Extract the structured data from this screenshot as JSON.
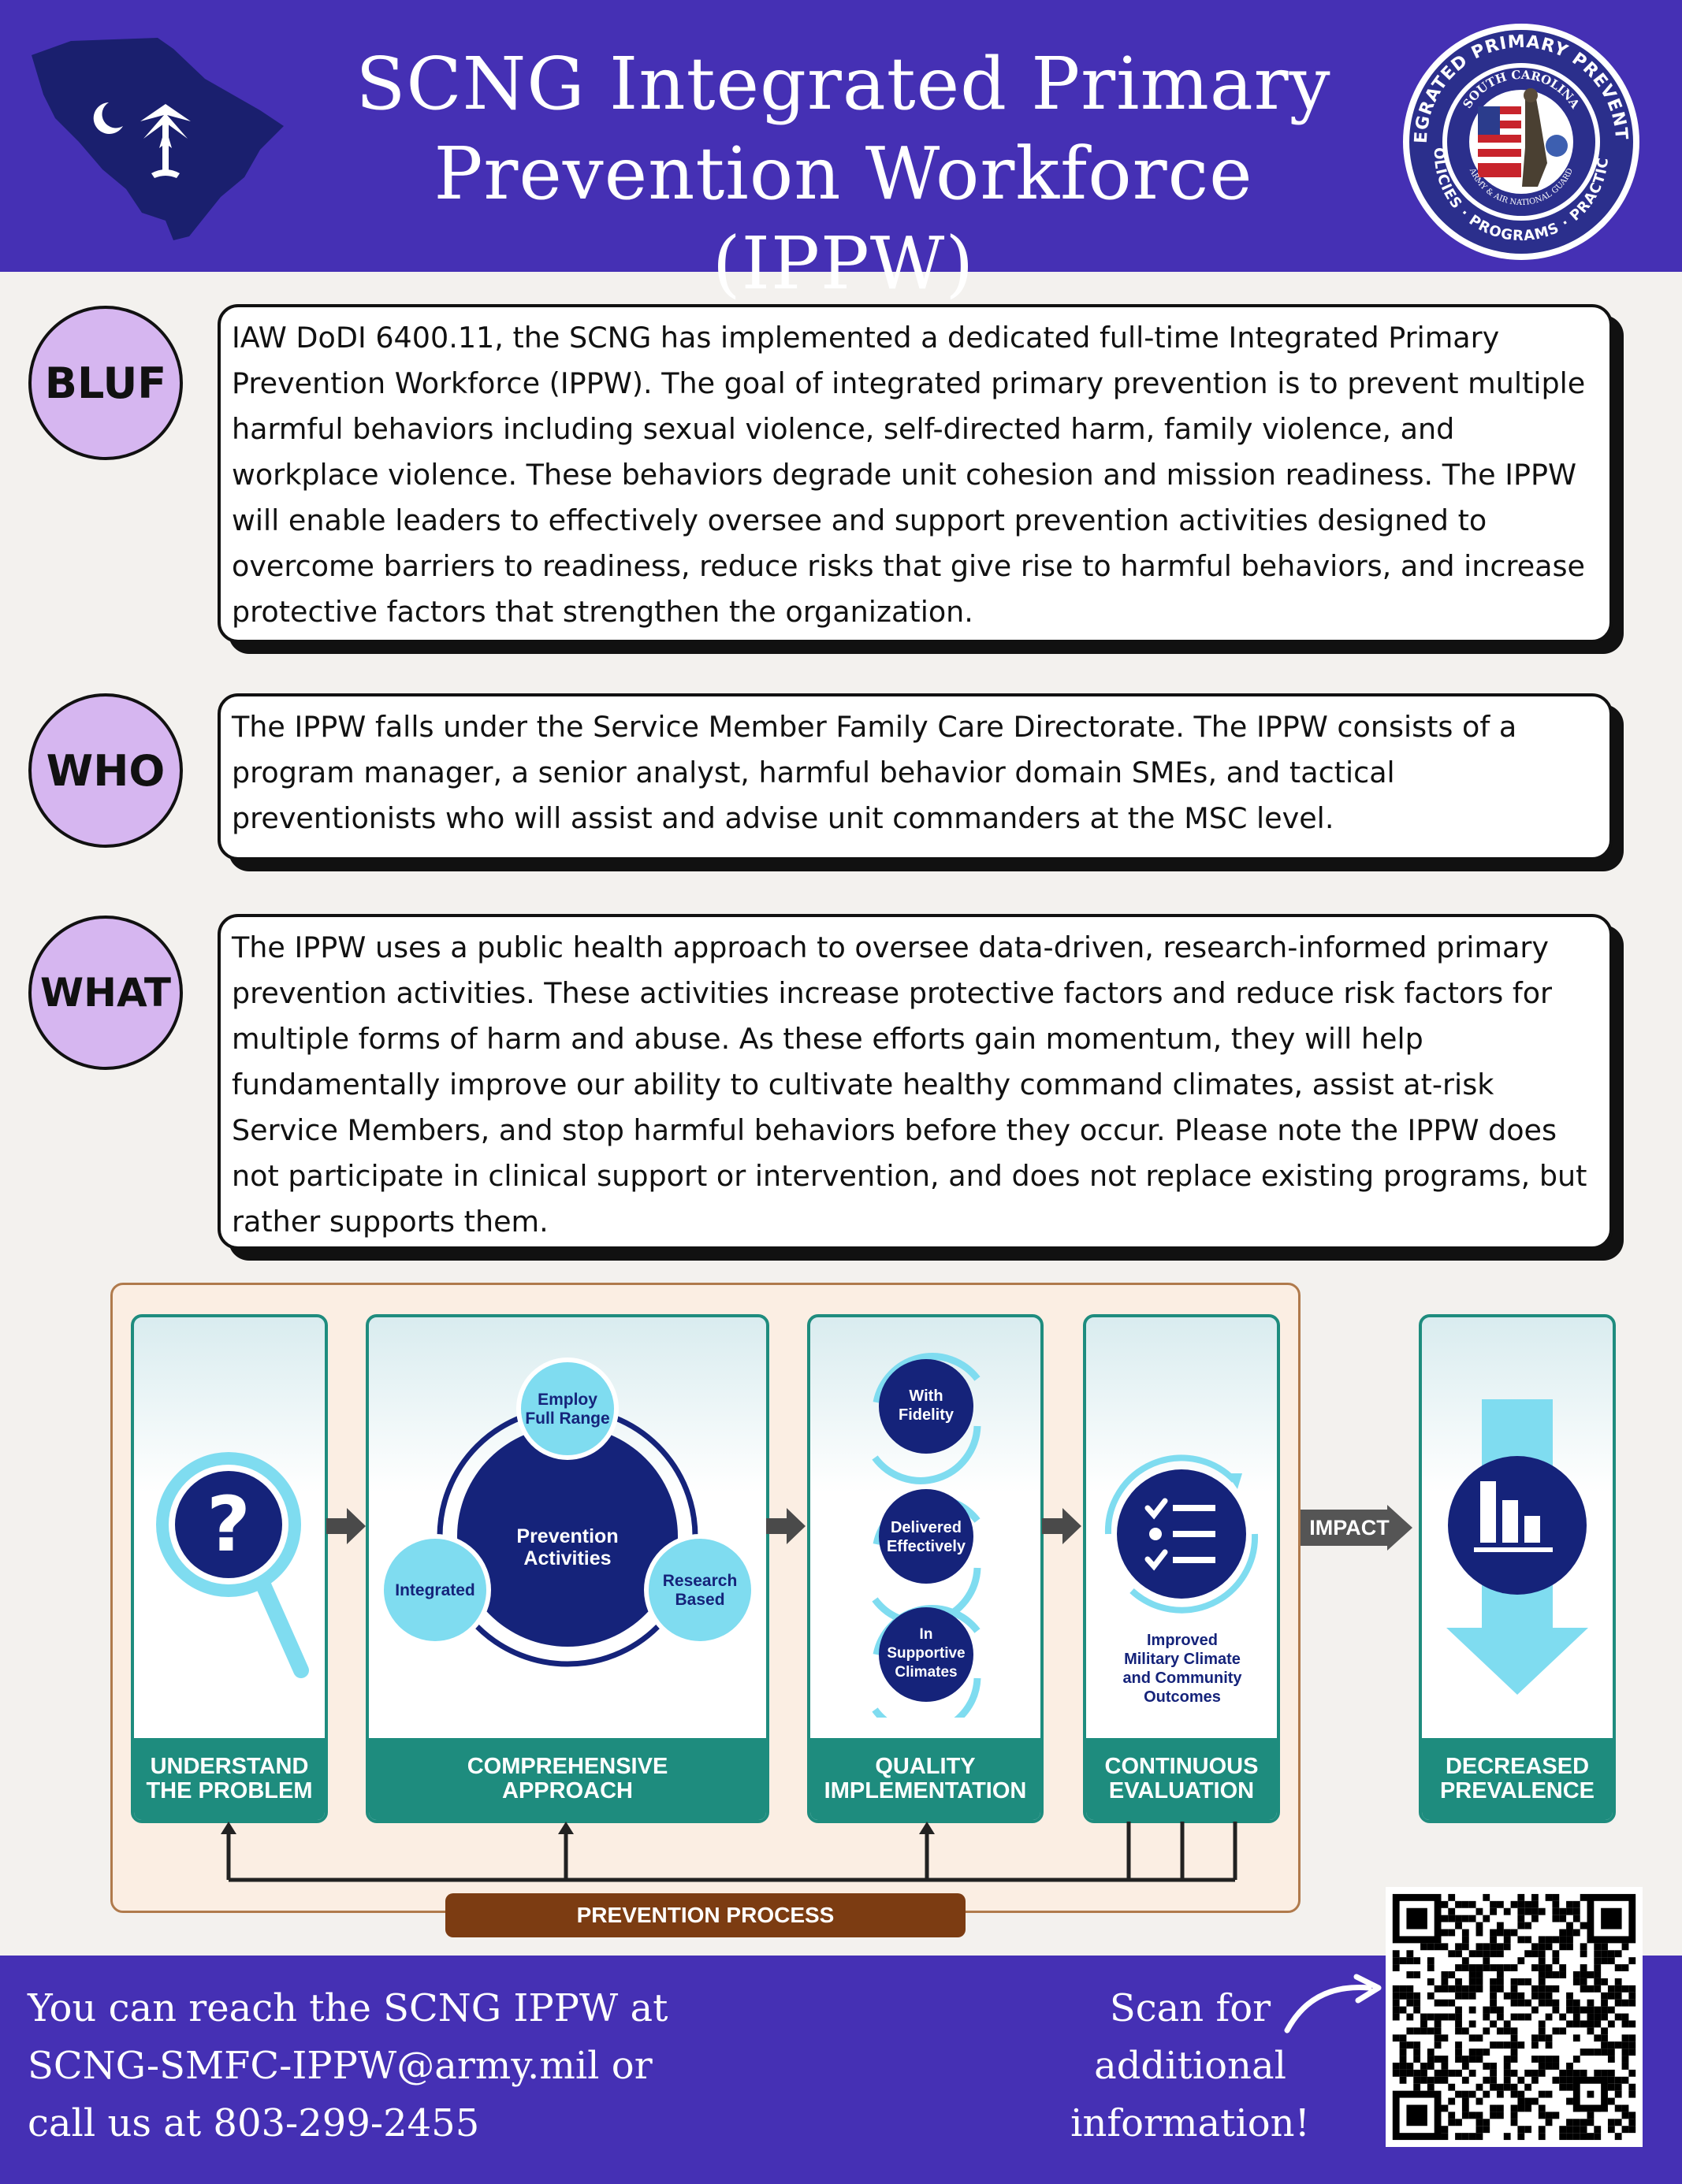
{
  "header": {
    "title_line1": "SCNG Integrated Primary",
    "title_line2": "Prevention Workforce (IPPW)",
    "seal": {
      "outer_text": "INTEGRATED PRIMARY PREVENTION",
      "inner_text": "SOUTH CAROLINA",
      "inner_sub": "ARMY & AIR NATIONAL GUARD",
      "bottom_text": "POLICIES · PROGRAMS · PRACTICES"
    }
  },
  "sections": [
    {
      "label": "BLUF",
      "text": "IAW DoDI 6400.11, the SCNG has implemented a dedicated full-time Integrated Primary Prevention Workforce (IPPW). The goal of integrated primary prevention is to prevent multiple harmful behaviors including sexual violence, self-directed harm, family violence, and workplace violence. These behaviors degrade unit cohesion and mission readiness. The IPPW will enable leaders to effectively oversee and support prevention activities designed to overcome barriers to readiness, reduce risks that give rise to harmful behaviors, and increase protective factors that strengthen the organization."
    },
    {
      "label": "WHO",
      "text": "The IPPW falls under the Service Member Family Care Directorate. The IPPW consists of a program manager, a senior analyst, harmful behavior domain SMEs, and tactical preventionists who will assist and advise unit commanders at the MSC level."
    },
    {
      "label": "WHAT",
      "text": "The IPPW uses a public health approach to oversee data-driven, research-informed primary prevention activities. These activities increase protective factors and reduce risk factors for multiple forms of harm and abuse. As these efforts gain momentum, they will help fundamentally improve our ability to cultivate healthy command climates, assist at-risk Service Members, and stop harmful behaviors before they occur. Please note the IPPW does not participate in clinical support or intervention, and does not replace existing programs, but rather supports them."
    }
  ],
  "diagram": {
    "cards": {
      "understand": {
        "line1": "UNDERSTAND",
        "line2": "THE PROBLEM"
      },
      "comprehensive": {
        "line1": "COMPREHENSIVE",
        "line2": "APPROACH"
      },
      "quality": {
        "line1": "QUALITY",
        "line2": "IMPLEMENTATION"
      },
      "evaluation": {
        "line1": "CONTINUOUS",
        "line2": "EVALUATION"
      },
      "decreased": {
        "line1": "DECREASED",
        "line2": "PREVALENCE"
      }
    },
    "question_mark": "?",
    "center": {
      "line1": "Prevention",
      "line2": "Activities"
    },
    "employ": {
      "line1": "Employ",
      "line2": "Full Range"
    },
    "integrated": "Integrated",
    "research": {
      "line1": "Research",
      "line2": "Based"
    },
    "fidelity": {
      "line1": "With",
      "line2": "Fidelity"
    },
    "delivered": {
      "line1": "Delivered",
      "line2": "Effectively"
    },
    "supportive": {
      "line1": "In",
      "line2": "Supportive",
      "line3": "Climates"
    },
    "improved": {
      "line1": "Improved",
      "line2": "Military Climate",
      "line3": "and Community",
      "line4": "Outcomes"
    },
    "impact": "IMPACT",
    "process": "PREVENTION PROCESS"
  },
  "footer": {
    "contact_line1": "You can reach the SCNG IPPW at",
    "contact_line2": "SCNG-SMFC-IPPW@army.mil or",
    "contact_line3": "call us at 803-299-2455",
    "scan_line1": "Scan for",
    "scan_line2": "additional",
    "scan_line3": "information!"
  },
  "colors": {
    "header_bg": "#4530b4",
    "label_circle": "#d6b6f0",
    "teal": "#1e8c7e",
    "navy": "#15237a",
    "light_blue": "#7fdcf0",
    "process_bar": "#7c3c12"
  }
}
